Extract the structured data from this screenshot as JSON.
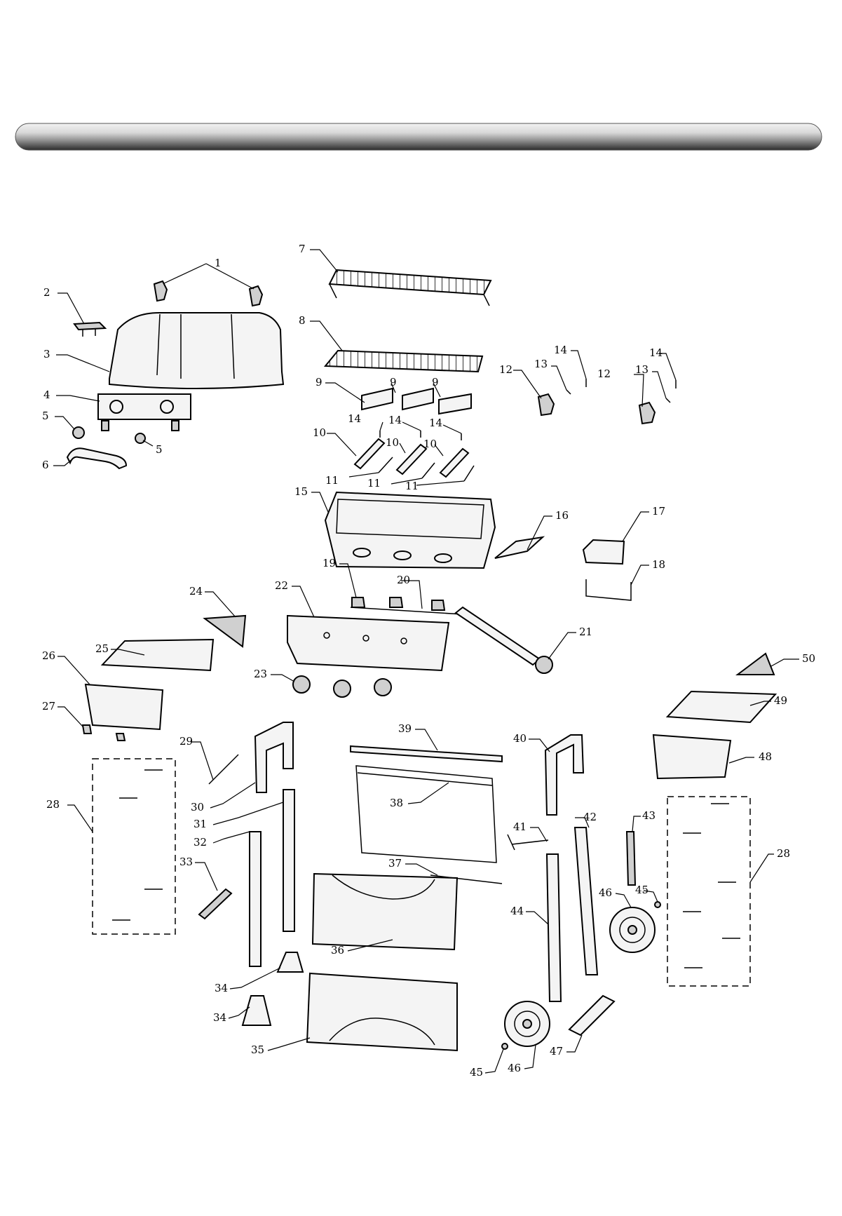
{
  "diagram": {
    "labels": [
      "1",
      "2",
      "3",
      "4",
      "5",
      "5",
      "6",
      "7",
      "8",
      "9",
      "9",
      "9",
      "10",
      "10",
      "10",
      "11",
      "11",
      "11",
      "12",
      "12",
      "13",
      "13",
      "14",
      "14",
      "14",
      "14",
      "14",
      "15",
      "16",
      "17",
      "18",
      "19",
      "20",
      "21",
      "22",
      "23",
      "24",
      "25",
      "26",
      "27",
      "28",
      "28",
      "29",
      "30",
      "31",
      "32",
      "33",
      "34",
      "34",
      "35",
      "36",
      "37",
      "38",
      "39",
      "40",
      "41",
      "42",
      "43",
      "44",
      "45",
      "45",
      "46",
      "46",
      "47",
      "48",
      "49",
      "50"
    ],
    "header_bar_colors": {
      "light": "#e6e6e6",
      "mid": "#bdbdbd",
      "dark": "#3a3a3a"
    }
  }
}
